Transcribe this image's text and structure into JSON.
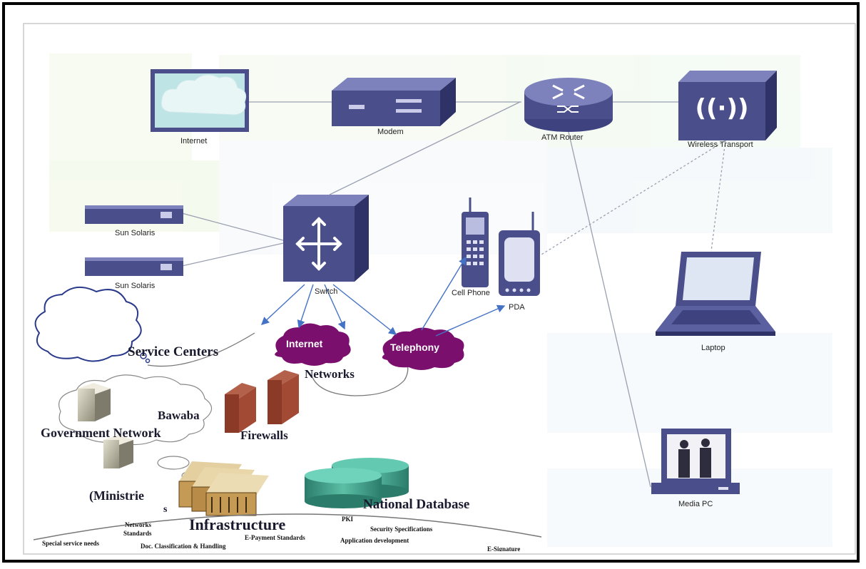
{
  "devices": {
    "internet": "Internet",
    "modem": "Modem",
    "atm_router": "ATM Router",
    "wireless_transport": "Wireless Transport",
    "sun_solaris_1": "Sun Solaris",
    "sun_solaris_2": "Sun Solaris",
    "switch": "Switch",
    "cell_phone": "Cell Phone",
    "pda": "PDA",
    "laptop": "Laptop",
    "media_pc": "Media PC"
  },
  "portal": {
    "service_centers": "Service Centers",
    "internet_cloud": "Internet",
    "telephony_cloud": "Telephony",
    "networks": "Networks",
    "bawaba": "Bawaba",
    "government_network": "Government Network",
    "firewalls": "Firewalls",
    "ministries_a": "(Ministrie",
    "ministries_b": "s",
    "national_database": "National Database",
    "infrastructure": "Infrastructure",
    "network_standards_a": "Networks",
    "network_standards_b": "Standards",
    "pki": "PKI",
    "security_specifications": "Security Specifications",
    "special_service_needs": "Special service needs",
    "epayment_standards": "E-Payment Standards",
    "application_development": "Application development",
    "doc_classification": "Doc. Classification & Handling",
    "e_signature": "E-Signature"
  },
  "colors": {
    "device_fill": "#4a4f8c",
    "device_dark": "#2f3266",
    "device_light": "#7d82bd",
    "cloud_purple": "#7a0f6e",
    "link_blue": "#4472c4",
    "database_green": "#3c9a86"
  }
}
